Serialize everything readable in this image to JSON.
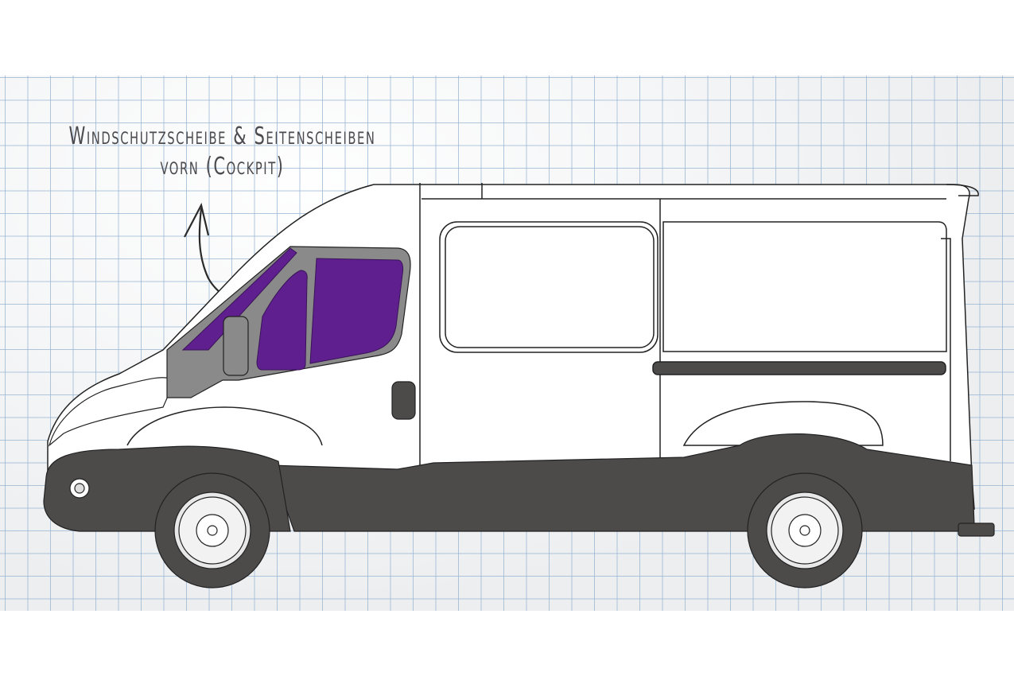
{
  "annotation": {
    "line1": "Windschutzscheibe & Seitenscheiben",
    "line2": "vorn (Cockpit)"
  },
  "diagram": {
    "subject": "van-side-view",
    "highlight_color": "#5f1f8f",
    "body_color": "#ffffff",
    "trim_color": "#4d4a4a",
    "frame_color": "#8a8a8a",
    "grid_color": "#a9c2da",
    "highlighted_parts": [
      "windshield",
      "front-side-window-left",
      "front-side-window-right"
    ]
  }
}
